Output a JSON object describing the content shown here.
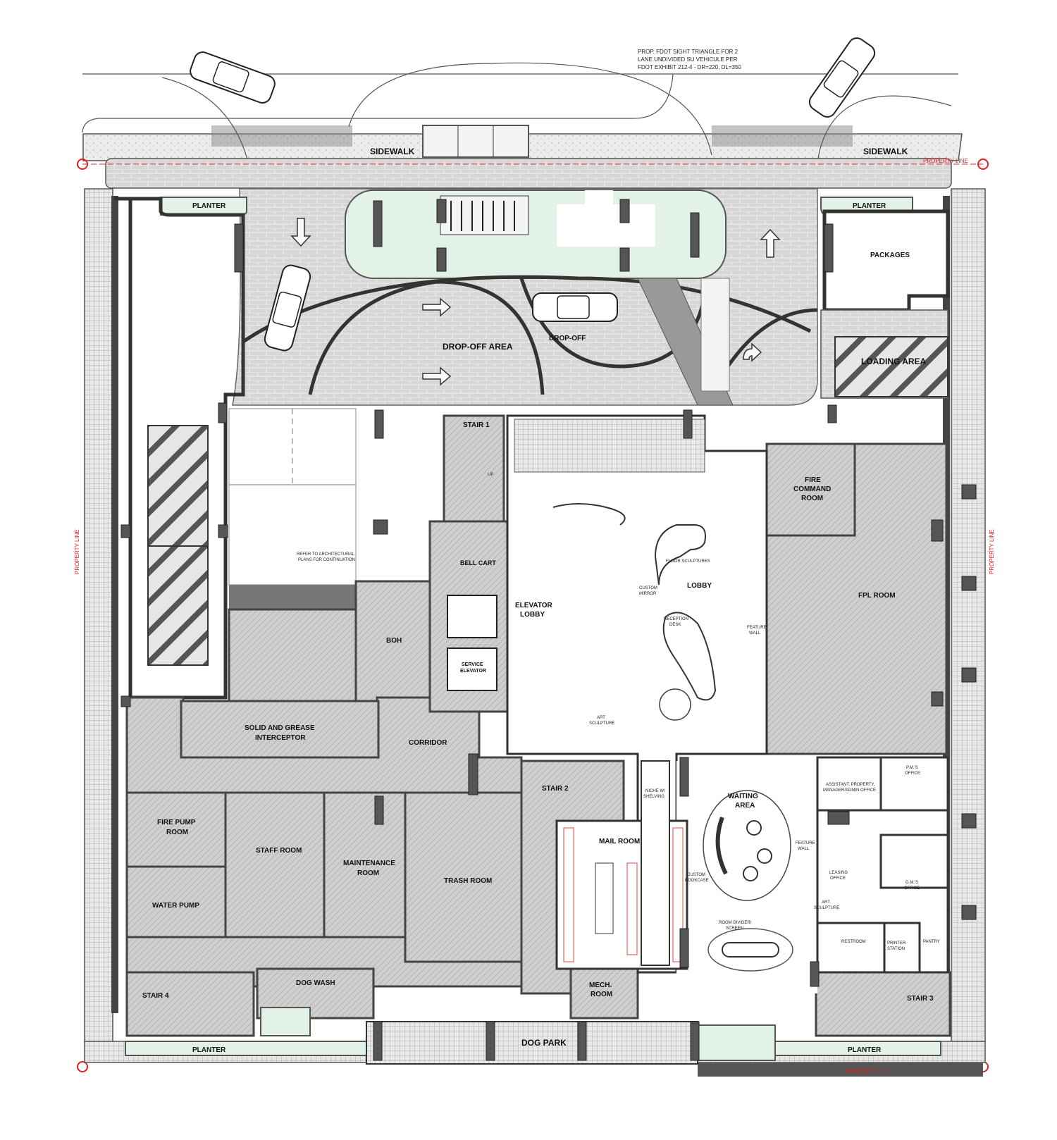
{
  "rooms": {
    "sidewalk_left": "SIDEWALK",
    "sidewalk_right": "SIDEWALK",
    "property_line_top": "PROPERTY LINE",
    "property_line_left": "PROPERTY LINE",
    "property_line_right": "PROPERTY LINE",
    "property_line_bottom": "PROPERTY LINE",
    "planter_tl": "PLANTER",
    "planter_tr": "PLANTER",
    "planter_bl": "PLANTER",
    "planter_br": "PLANTER",
    "packages": "PACKAGES",
    "drop_off_area": "DROP-OFF AREA",
    "drop_off": "DROP-OFF",
    "loading_area": "LOADING AREA",
    "stair1": "STAIR 1",
    "stair2": "STAIR 2",
    "stair3": "STAIR 3",
    "stair4": "STAIR 4",
    "bell_cart": "BELL CART",
    "elevator_lobby_1": "ELEVATOR",
    "elevator_lobby_2": "LOBBY",
    "service_elevator_1": "SERVICE",
    "service_elevator_2": "ELEVATOR",
    "lobby": "LOBBY",
    "fire_command_1": "FIRE",
    "fire_command_2": "COMMAND",
    "fire_command_3": "ROOM",
    "fpl_room": "FPL ROOM",
    "boh": "BOH",
    "solid_grease_1": "SOLID AND GREASE",
    "solid_grease_2": "INTERCEPTOR",
    "corridor": "CORRIDOR",
    "fire_pump_1": "FIRE PUMP",
    "fire_pump_2": "ROOM",
    "staff_room": "STAFF ROOM",
    "maintenance_1": "MAINTENANCE",
    "maintenance_2": "ROOM",
    "trash_room": "TRASH ROOM",
    "mail_room": "MAIL ROOM",
    "water_pump": "WATER PUMP",
    "waiting_1": "WAITING",
    "waiting_2": "AREA",
    "dog_wash": "DOG WASH",
    "dog_park": "DOG PARK",
    "mech_1": "MECH.",
    "mech_2": "ROOM"
  },
  "notes": {
    "sight_1": "PROP. FDOT SIGHT TRIANGLE FOR 2",
    "sight_2": "LANE UNDIVIDED SU VEHICULE PER",
    "sight_3": "FDOT EXHIBIT 212-4 - DR=220, DL=350",
    "refer_1": "REFER TO ARCHITECTURAL",
    "refer_2": "PLANS FOR CONTINUATION",
    "floor_sculptures": "FLOOR SCULPTURES",
    "custom_mirror_1": "CUSTOM",
    "custom_mirror_2": "MIRROR",
    "reception_1": "RECEPTION",
    "reception_2": "DESK",
    "feature_wall_1": "FEATURE",
    "feature_wall_2": "WALL",
    "feature_wall_b1": "FEATURE",
    "feature_wall_b2": "WALL",
    "art_sculpture_1": "ART",
    "art_sculpture_2": "SCULPTURE",
    "art_sculpture_b1": "ART",
    "art_sculpture_b2": "SCULPTURE",
    "up": "UP",
    "niche_1": "NICHE W/",
    "niche_2": "SHELVING",
    "custom_bookcase_1": "CUSTOM",
    "custom_bookcase_2": "BOOKCASE",
    "room_divider_1": "ROOM DIVIDER/",
    "room_divider_2": "SCREEN",
    "assistant_1": "ASSISTANT, PROPERTY,",
    "assistant_2": "MANAGER/ADMIN OFFICE",
    "pm_office_1": "P.M.'S",
    "pm_office_2": "OFFICE",
    "gm_office_1": "G.M.'S",
    "gm_office_2": "OFFICE",
    "leasing_1": "LEASING",
    "leasing_2": "OFFICE",
    "restroom": "RESTROOM",
    "printer_1": "PRINTER",
    "printer_2": "STATION",
    "pantry": "PANTRY"
  }
}
